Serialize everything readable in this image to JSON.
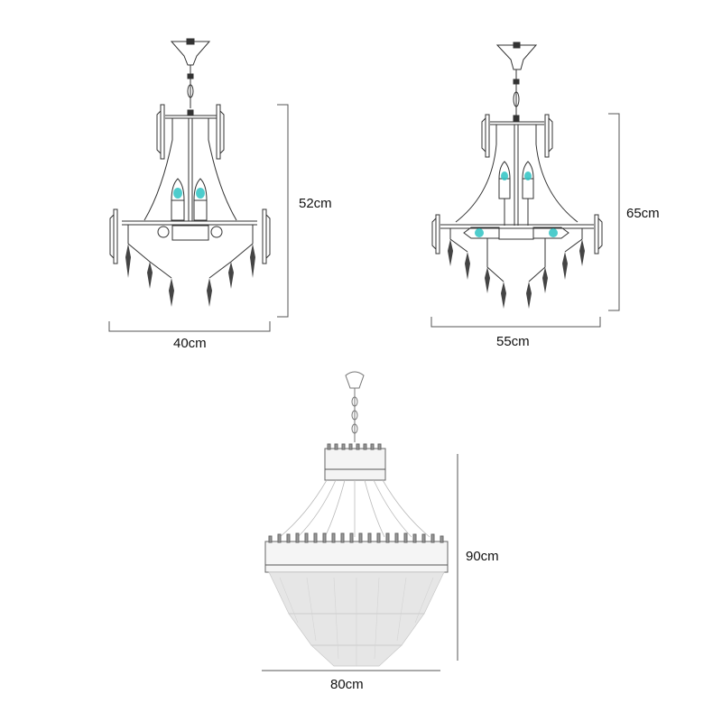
{
  "figures": [
    {
      "id": "small",
      "name": "Small two-light chandelier drawing",
      "width_label": "40cm",
      "height_label": "52cm",
      "bulbs": 2
    },
    {
      "id": "medium",
      "name": "Medium four-light chandelier drawing",
      "width_label": "55cm",
      "height_label": "65cm",
      "bulbs": 4
    },
    {
      "id": "large",
      "name": "Large tiered crystal chandelier",
      "width_label": "80cm",
      "height_label": "90cm"
    }
  ],
  "colors": {
    "line": "#333333",
    "dimension": "#555555",
    "bulb": "#2fc4c4",
    "crystal": "#c8c8c8"
  }
}
